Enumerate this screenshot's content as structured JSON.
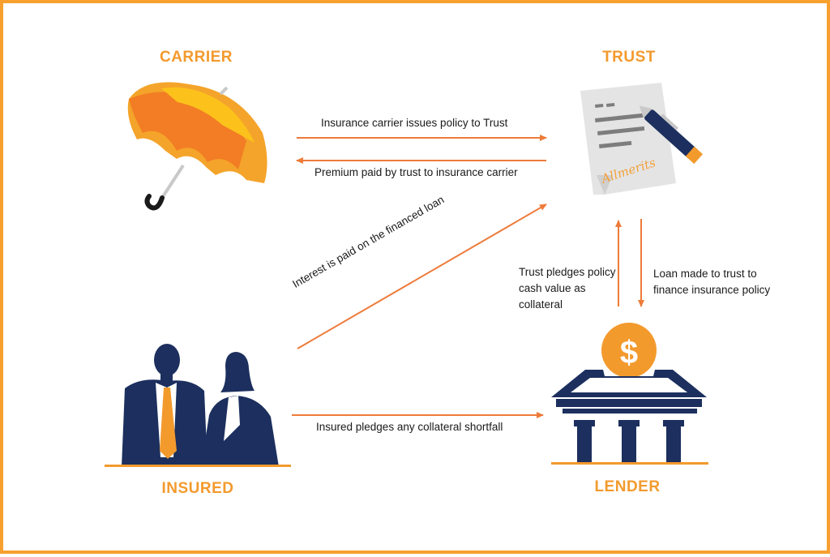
{
  "nodes": {
    "carrier": {
      "label": "CARRIER",
      "icon": "umbrella-icon"
    },
    "trust": {
      "label": "TRUST",
      "icon": "signed-document-icon",
      "signature": "Allmerits"
    },
    "insured": {
      "label": "INSURED",
      "icon": "business-people-icon"
    },
    "lender": {
      "label": "LENDER",
      "icon": "bank-icon",
      "symbol": "$"
    }
  },
  "flows": {
    "carrier_to_trust": "Insurance carrier issues policy to Trust",
    "trust_to_carrier": "Premium paid by trust to insurance carrier",
    "insured_to_trust": "Interest is paid on the financed loan",
    "trust_to_lender": "Trust pledges policy cash value as collateral",
    "lender_to_trust": "Loan made to trust to finance insurance policy",
    "insured_to_lender": "Insured pledges any collateral shortfall"
  },
  "colors": {
    "accent": "#f39a2d",
    "arrow": "#ee7b3a",
    "navy": "#1c2f5e",
    "border": "#f7a02f"
  }
}
